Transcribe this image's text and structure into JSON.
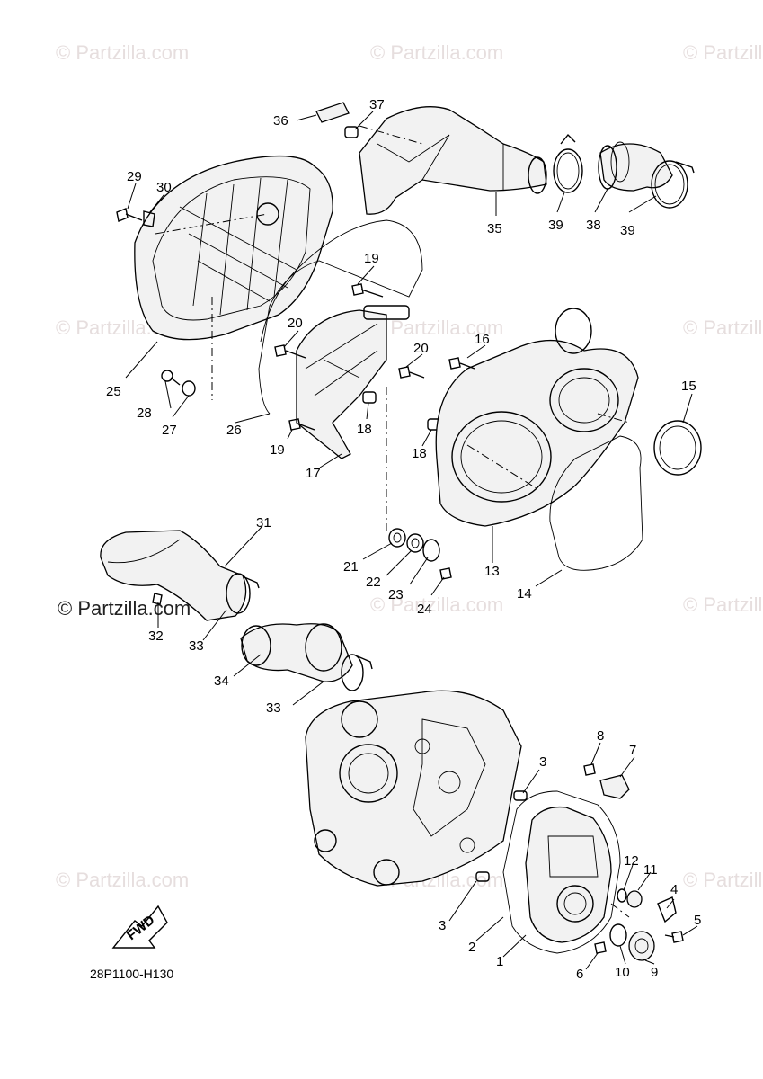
{
  "diagram_code": "28P1100-H130",
  "fwd_label": "FWD",
  "watermark_text": "© Partzilla.com",
  "watermark_brand": "Partzilla",
  "watermark_brand_full": "Partzilla.com",
  "callouts": {
    "c1": "1",
    "c2": "2",
    "c3a": "3",
    "c3b": "3",
    "c4": "4",
    "c5": "5",
    "c6": "6",
    "c7": "7",
    "c8": "8",
    "c9": "9",
    "c10": "10",
    "c11": "11",
    "c12": "12",
    "c13": "13",
    "c14": "14",
    "c15": "15",
    "c16": "16",
    "c17": "17",
    "c18a": "18",
    "c18b": "18",
    "c19a": "19",
    "c19b": "19",
    "c20a": "20",
    "c20b": "20",
    "c21": "21",
    "c22": "22",
    "c23": "23",
    "c24": "24",
    "c25": "25",
    "c26": "26",
    "c27": "27",
    "c28": "28",
    "c29": "29",
    "c30": "30",
    "c31": "31",
    "c32": "32",
    "c33a": "33",
    "c33b": "33",
    "c34": "34",
    "c35": "35",
    "c36": "36",
    "c37": "37",
    "c38": "38",
    "c39a": "39",
    "c39b": "39"
  }
}
